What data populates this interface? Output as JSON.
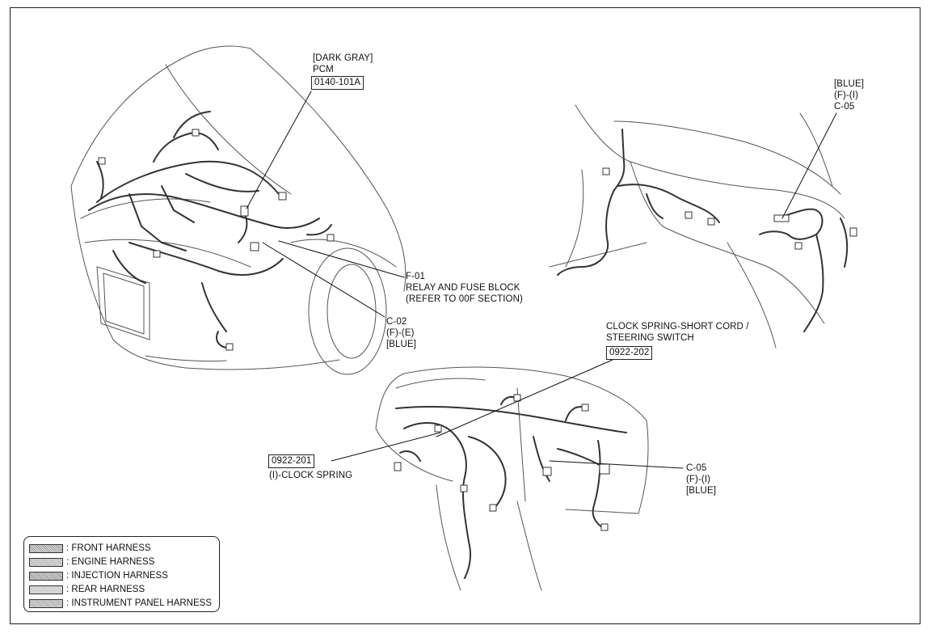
{
  "labels": {
    "pcm_color": "[DARK GRAY]",
    "pcm_name": "PCM",
    "pcm_code": "0140-101A",
    "f01_code": "F-01",
    "f01_name": "RELAY AND FUSE BLOCK",
    "f01_ref": "(REFER TO 00F SECTION)",
    "c02_code": "C-02",
    "c02_fe": "(F)-(E)",
    "c02_color": "[BLUE]",
    "c05_top_color": "[BLUE]",
    "c05_top_fi": "(F)-(I)",
    "c05_top_code": "C-05",
    "clock_line1": "CLOCK SPRING-SHORT CORD /",
    "clock_line2": "STEERING SWITCH",
    "clock_code": "0922-202",
    "cs_code": "0922-201",
    "cs_name": "(I)-CLOCK SPRING",
    "c05_bot_code": "C-05",
    "c05_bot_fi": "(F)-(I)",
    "c05_bot_color": "[BLUE]"
  },
  "legend": [
    {
      "label": ": FRONT HARNESS",
      "color": "#9a9a9a"
    },
    {
      "label": ": ENGINE HARNESS",
      "color": "#b0b0b0"
    },
    {
      "label": ": INJECTION HARNESS",
      "color": "#8f8f8f"
    },
    {
      "label": ": REAR HARNESS",
      "color": "#c4c4c4"
    },
    {
      "label": ": INSTRUMENT PANEL HARNESS",
      "color": "#a4a4a4"
    }
  ]
}
